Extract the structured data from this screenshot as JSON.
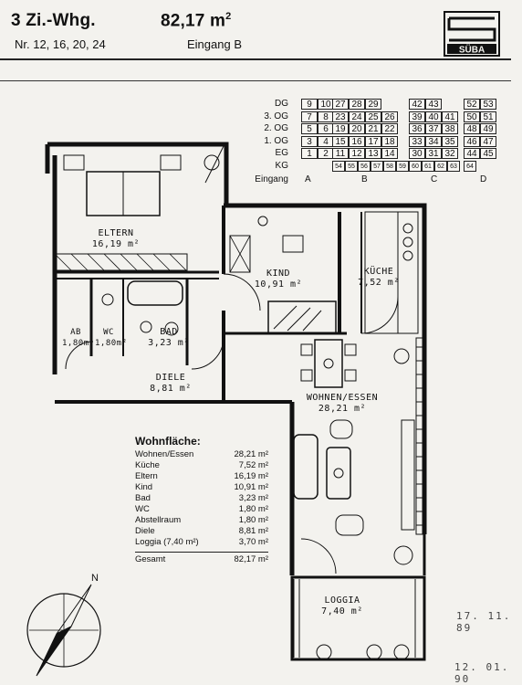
{
  "header": {
    "title_left": "3 Zi.-Whg.",
    "area_value": "82,17 m",
    "area_sup": "2",
    "apartment_numbers": "Nr. 12, 16, 20, 24",
    "entrance": "Eingang B",
    "logo_text": "SÜBA"
  },
  "floor_table": {
    "floors": [
      "DG",
      "3. OG",
      "2. OG",
      "1. OG",
      "EG",
      "KG"
    ],
    "entrance_label": "Eingang",
    "entrances": [
      "A",
      "B",
      "C",
      "D"
    ],
    "group_a": [
      [
        "9",
        "10"
      ],
      [
        "7",
        "8"
      ],
      [
        "5",
        "6"
      ],
      [
        "3",
        "4"
      ],
      [
        "1",
        "2"
      ]
    ],
    "group_b": [
      [
        "27",
        "28",
        "29"
      ],
      [
        "23",
        "24",
        "25",
        "26"
      ],
      [
        "19",
        "20",
        "21",
        "22"
      ],
      [
        "15",
        "16",
        "17",
        "18"
      ],
      [
        "11",
        "12",
        "13",
        "14"
      ],
      [
        "54",
        "55",
        "56",
        "57",
        "58",
        "59"
      ]
    ],
    "group_c": [
      [
        "42",
        "43"
      ],
      [
        "39",
        "40",
        "41"
      ],
      [
        "36",
        "37",
        "38"
      ],
      [
        "33",
        "34",
        "35"
      ],
      [
        "30",
        "31",
        "32"
      ],
      [
        "60",
        "61",
        "62",
        "63"
      ]
    ],
    "group_d": [
      [
        "52",
        "53"
      ],
      [
        "50",
        "51"
      ],
      [
        "48",
        "49"
      ],
      [
        "46",
        "47"
      ],
      [
        "44",
        "45"
      ],
      [
        "64"
      ]
    ]
  },
  "rooms": {
    "eltern": {
      "name": "ELTERN",
      "area": "16,19 m²"
    },
    "kind": {
      "name": "KIND",
      "area": "10,91 m²"
    },
    "kueche": {
      "name": "KÜCHE",
      "area": "7,52 m²"
    },
    "ab": {
      "name": "AB",
      "area": "1,80m²"
    },
    "wc": {
      "name": "WC",
      "area": "1,80m²"
    },
    "bad": {
      "name": "BAD",
      "area": "3,23 m²"
    },
    "diele": {
      "name": "DIELE",
      "area": "8,81 m²"
    },
    "wohnen": {
      "name": "WOHNEN/ESSEN",
      "area": "28,21 m²"
    },
    "loggia": {
      "name": "LOGGIA",
      "area": "7,40 m²"
    }
  },
  "area_table": {
    "title": "Wohnfläche:",
    "rows": [
      {
        "label": "Wohnen/Essen",
        "value": "28,21 m²"
      },
      {
        "label": "Küche",
        "value": "7,52 m²"
      },
      {
        "label": "Eltern",
        "value": "16,19 m²"
      },
      {
        "label": "Kind",
        "value": "10,91 m²"
      },
      {
        "label": "Bad",
        "value": "3,23 m²"
      },
      {
        "label": "WC",
        "value": "1,80 m²"
      },
      {
        "label": "Abstellraum",
        "value": "1,80 m²"
      },
      {
        "label": "Diele",
        "value": "8,81 m²"
      },
      {
        "label": "Loggia (7,40 m²)",
        "value": "3,70 m²"
      }
    ],
    "total_label": "Gesamt",
    "total_value": "82,17 m²"
  },
  "stamps": {
    "date1": "17. 11. 89",
    "date2": "12. 01. 90"
  },
  "compass_label": "N"
}
